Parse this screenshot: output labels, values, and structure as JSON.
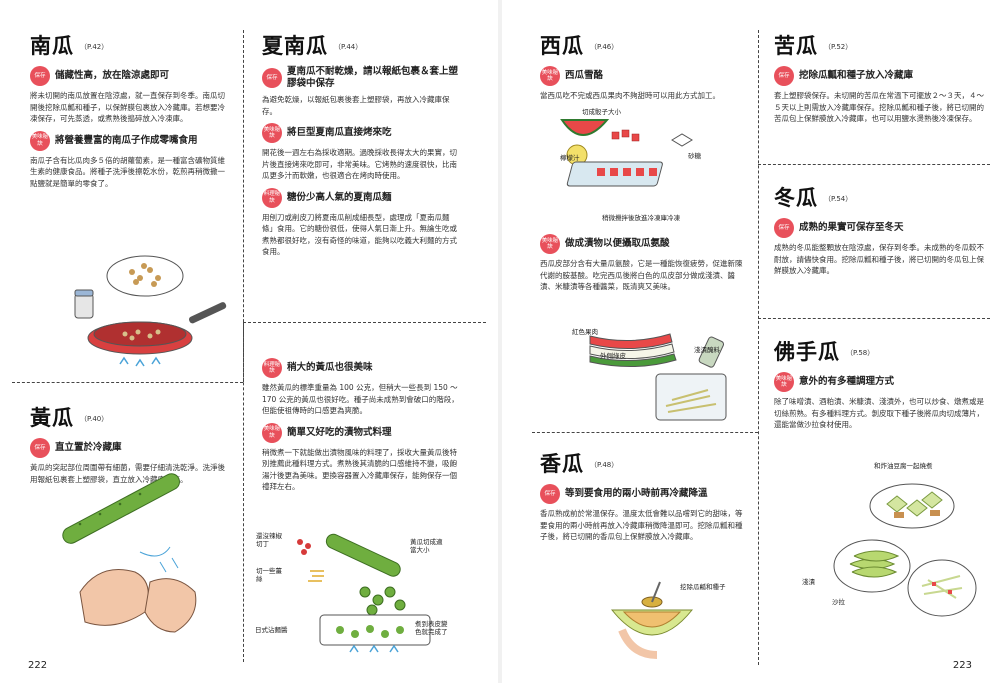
{
  "pages": {
    "left_number": "222",
    "right_number": "223"
  },
  "sections": {
    "pumpkin": {
      "title": "南瓜",
      "ref": "（P.42）",
      "items": [
        {
          "badge": "保存",
          "heading": "儲藏性高，放在陰涼處即可",
          "body": "將未切開的南瓜放置在陰涼處，就一直保存到冬季。南瓜切開後挖除瓜瓤和種子，以保鮮膜包裹放入冷藏庫。若想要冷凍保存，可先蒸透，或煮熟後搗碎放入冷凍庫。"
        },
        {
          "badge": "美味秘訣",
          "heading": "將營養豐富的南瓜子作成零嘴食用",
          "body": "南瓜子含有比瓜肉多５倍的胡蘿蔔素，是一種富含礦物質維生素的健康食品。將種子洗淨後擦乾水份，乾煎再稍微撒一點鹽就是簡單的零食了。"
        }
      ]
    },
    "zucchini": {
      "title": "夏南瓜",
      "ref": "（P.44）",
      "items": [
        {
          "badge": "保存",
          "heading": "夏南瓜不耐乾燥，請以報紙包裹＆套上塑膠袋中保存",
          "body": "為避免乾燥，以報紙包裹後套上塑膠袋，再放入冷藏庫保存。"
        },
        {
          "badge": "美味秘訣",
          "heading": "將巨型夏南瓜直接烤來吃",
          "body": "開花後一週左右為採收適期。過晚採收長得太大的果實，切片後直接烤來吃即可，非常美味。它烤熟的速度很快，比南瓜更多汁而軟嫩，也很適合在烤肉時使用。"
        },
        {
          "badge": "料理秘訣",
          "heading": "糖份少高人氣的夏南瓜麵",
          "body": "用刨刀或削皮刀將夏南瓜削成細長型，處理成「夏南瓜麵條」食用。它的糖份很低，使得人氣日漸上升。無論生吃或煮熟都很好吃，沒有奇怪的味道，能夠以吃義大利麵的方式食用。"
        }
      ]
    },
    "cucumber": {
      "title": "黃瓜",
      "ref": "（P.40）",
      "items": [
        {
          "badge": "保存",
          "heading": "直立置於冷藏庫",
          "body": "黃瓜的突起部位周圍帶有細菌，需要仔細清洗乾淨。洗淨後用報紙包裹套上塑膠袋，直立放入冷藏庫保存。"
        }
      ]
    },
    "big_cucumber": {
      "items": [
        {
          "badge": "料理秘訣",
          "heading": "稍大的黃瓜也很美味",
          "body": "雖然黃瓜的標準重量為 100 公克，但稍大一些長到 150 ～ 170 公克的黃瓜也很好吃。種子尚未成熟到會破口的階段，但能使祖傳時的口感更為爽脆。"
        },
        {
          "badge": "美味秘訣",
          "heading": "簡單又好吃的漬物式料理",
          "body": "稍微煮一下就能做出漬物風味的料理了，採收大量黃瓜後特別推薦此種料理方式。煮熟後其清脆的口感維持不變，吸飽湯汁後更為美味。更換容器置入冷藏庫保存，能夠保存一個禮拜左右。"
        }
      ],
      "captions": {
        "chili": "還沒辣椒切丁",
        "ginger": "切一些薑絲",
        "cut": "黃瓜切成適當大小",
        "pot": "日式沾麵醬",
        "done": "煮到表皮變色就完成了"
      }
    },
    "watermelon": {
      "title": "西瓜",
      "ref": "（P.46）",
      "items": [
        {
          "badge": "美味秘訣",
          "heading": "西瓜雪酪",
          "body": "當西瓜吃不完或西瓜果肉不夠甜時可以用此方式加工。"
        },
        {
          "badge": "美味秘訣",
          "heading": "做成漬物以便攝取瓜氨酸",
          "body": "西瓜皮部分含有大量瓜氨酸，它是一種能恢復疲勞，促進新陳代謝的胺基酸。吃完西瓜後將白色的瓜皮部分做成淺漬、醬漬、米糠漬等各種醬菜，既清爽又美味。"
        }
      ],
      "captions": {
        "cube": "切成骰子大小",
        "lemon": "檸檬汁",
        "sugar": "砂糖",
        "freeze": "稍微攪拌後放進冷凍庫冷凍",
        "red": "紅色果肉",
        "peel": "外側綠皮",
        "pickle": "淺漬醃料"
      }
    },
    "melon": {
      "title": "香瓜",
      "ref": "（P.48）",
      "items": [
        {
          "badge": "保存",
          "heading": "等到要食用的兩小時前再冷藏降溫",
          "body": "香瓜熟成前於常溫保存。溫度太低會難以品嚐到它的甜味，等要食用的兩小時前再放入冷藏庫稍微降溫即可。挖除瓜瓤和種子後，將已切開的香瓜包上保鮮膜放入冷藏庫。"
        }
      ],
      "captions": {
        "scoop": "挖除瓜瓤和種子"
      }
    },
    "bitter_melon": {
      "title": "苦瓜",
      "ref": "（P.52）",
      "items": [
        {
          "badge": "保存",
          "heading": "挖除瓜瓤和種子放入冷藏庫",
          "body": "套上塑膠袋保存。未切開的苦瓜在常溫下可擺放２～３天，４～５天以上則需放入冷藏庫保存。挖除瓜瓤和種子後，將已切開的苦瓜包上保鮮膜放入冷藏庫，也可以用鹽水燙熟後冷凍保存。"
        }
      ]
    },
    "winter_melon": {
      "title": "冬瓜",
      "ref": "（P.54）",
      "items": [
        {
          "badge": "保存",
          "heading": "成熟的果實可保存至冬天",
          "body": "成熟的冬瓜能整顆放在陰涼處，保存到冬季。未成熟的冬瓜較不耐放，請儘快食用。挖除瓜瓤和種子後，將已切開的冬瓜包上保鮮膜放入冷藏庫。"
        }
      ]
    },
    "chayote": {
      "title": "佛手瓜",
      "ref": "（P.58）",
      "items": [
        {
          "badge": "美味秘訣",
          "heading": "意外的有多種調理方式",
          "body": "除了味噌漬、酒粕漬、米糠漬、淺漬外，也可以炒食、燉煮或是切絲煎熟。有多種料理方式。剝皮取下種子後將瓜肉切成薄片，還能當做沙拉食材使用。"
        }
      ],
      "captions": {
        "tofu": "和炸油豆腐一起燒煮",
        "pickle": "淺漬",
        "salad": "沙拉"
      }
    }
  },
  "colors": {
    "badge": "#e8505b",
    "accent_red": "#d63a3a",
    "cucumber": "#6fae3f"
  }
}
